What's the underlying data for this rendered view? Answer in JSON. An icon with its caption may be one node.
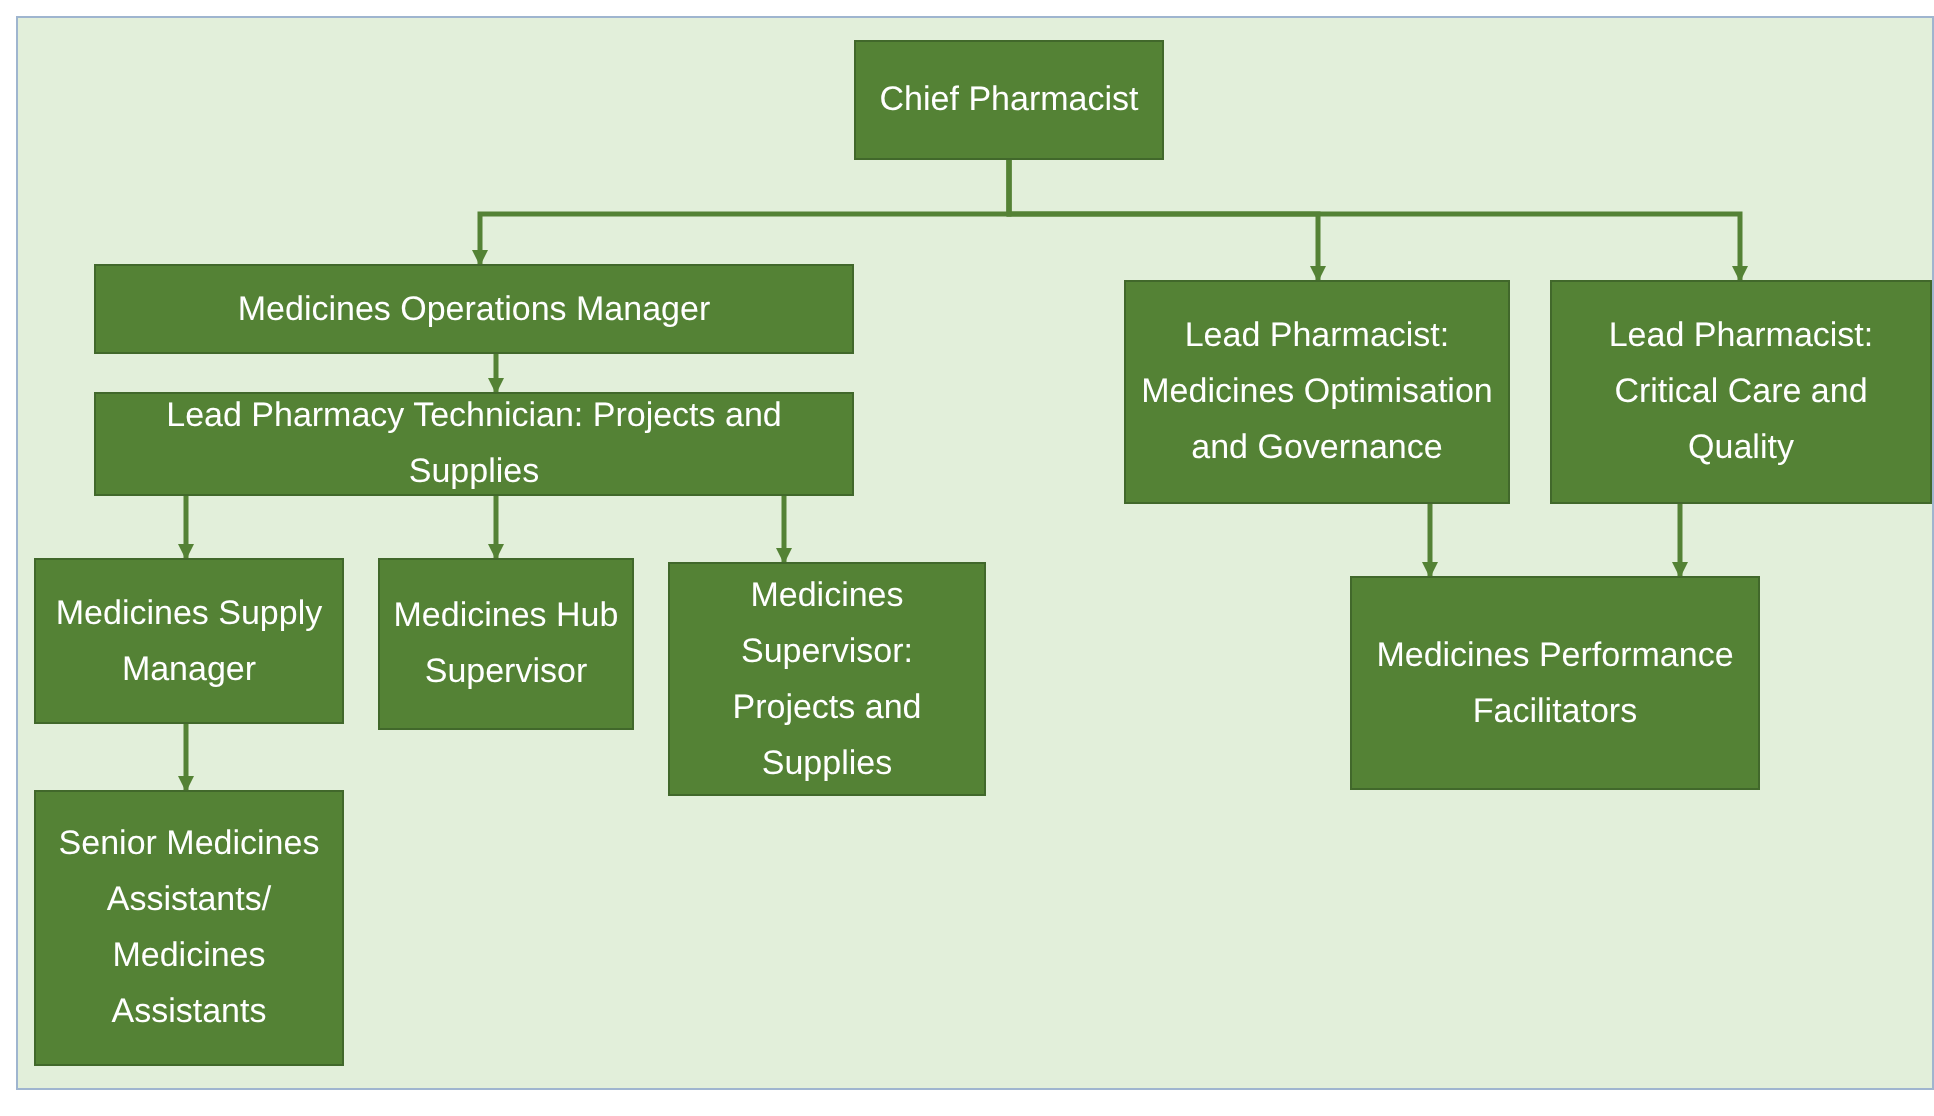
{
  "diagram": {
    "nodes": [
      {
        "text": [
          "Chief Pharmacist"
        ]
      },
      {
        "text": [
          "Medicines Operations Manager"
        ]
      },
      {
        "text": [
          "Lead Pharmacy Technician: Projects and Supplies"
        ]
      },
      {
        "text": [
          "Lead Pharmacist: Medicines Optimisation and Governance"
        ]
      },
      {
        "text": [
          "Lead Pharmacist: Critical Care and Quality"
        ]
      },
      {
        "text": [
          "Medicines Supply Manager"
        ]
      },
      {
        "text": [
          "Medicines Hub Supervisor"
        ]
      },
      {
        "text": [
          "Medicines Supervisor: Projects and Supplies"
        ]
      },
      {
        "text": [
          "Medicines Performance Facilitators"
        ]
      },
      {
        "text": [
          "Senior Medicines Assistants/ Medicines Assistants"
        ]
      }
    ],
    "edges": [
      {
        "from": 0,
        "to": 1,
        "arrow": "to"
      },
      {
        "from": 0,
        "to": 3,
        "arrow": "to"
      },
      {
        "from": 0,
        "to": 4,
        "arrow": "to"
      },
      {
        "from": 1,
        "to": 2,
        "arrow": "to"
      },
      {
        "from": 2,
        "to": 5,
        "arrow": "to"
      },
      {
        "from": 2,
        "to": 6,
        "arrow": "to"
      },
      {
        "from": 2,
        "to": 7,
        "arrow": "to"
      },
      {
        "from": 3,
        "to": 8,
        "arrow": "to"
      },
      {
        "from": 4,
        "to": 8,
        "arrow": "to"
      },
      {
        "from": 5,
        "to": 9,
        "arrow": "to"
      }
    ]
  }
}
